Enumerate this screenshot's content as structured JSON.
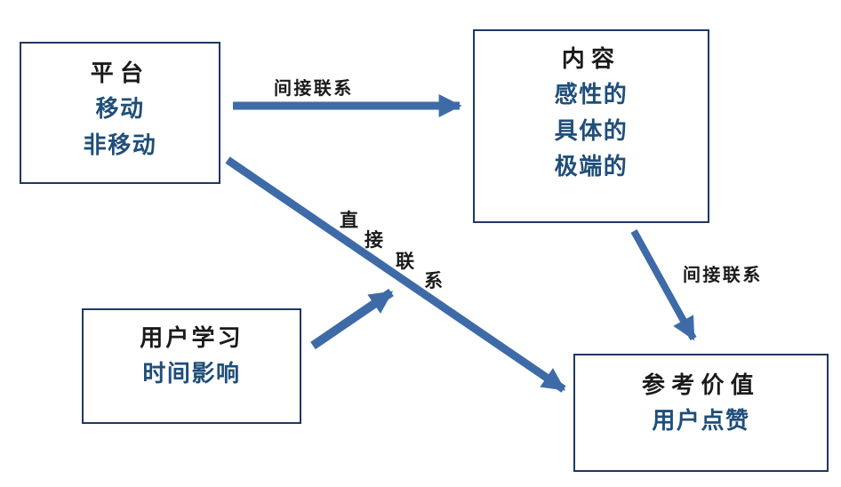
{
  "diagram": {
    "boxes": {
      "platform": {
        "title": "平台",
        "items": [
          "移动",
          "非移动"
        ]
      },
      "content": {
        "title": "内容",
        "items": [
          "感性的",
          "具体的",
          "极端的"
        ]
      },
      "user_learning": {
        "title": "用户学习",
        "items": [
          "时间影响"
        ]
      },
      "reference_value": {
        "title": "参考价值",
        "items": [
          "用户点赞"
        ]
      }
    },
    "edge_labels": {
      "platform_to_content": "间接联系",
      "content_to_reference_value": "间接联系",
      "platform_to_reference_value": "直接联系",
      "platform_to_reference_value_chars": [
        "直",
        "接",
        "联",
        "系"
      ]
    },
    "edges": [
      {
        "from": "平台",
        "to": "内容",
        "label": "间接联系",
        "shape": "horizontal-arrow"
      },
      {
        "from": "平台",
        "to": "参考价值",
        "label": "直接联系",
        "shape": "long-diagonal-arrow"
      },
      {
        "from": "用户学习",
        "to": "平台→参考价值连线 (调节作用)",
        "label": "",
        "shape": "short-diagonal-arrow"
      },
      {
        "from": "内容",
        "to": "参考价值",
        "label": "间接联系",
        "shape": "vertical-arrow"
      }
    ],
    "colors": {
      "arrow": "#3e6ba8",
      "border": "#1f3864",
      "blue_text": "#1f4e79",
      "black_text": "#1a1a1a",
      "background": "#ffffff"
    }
  }
}
